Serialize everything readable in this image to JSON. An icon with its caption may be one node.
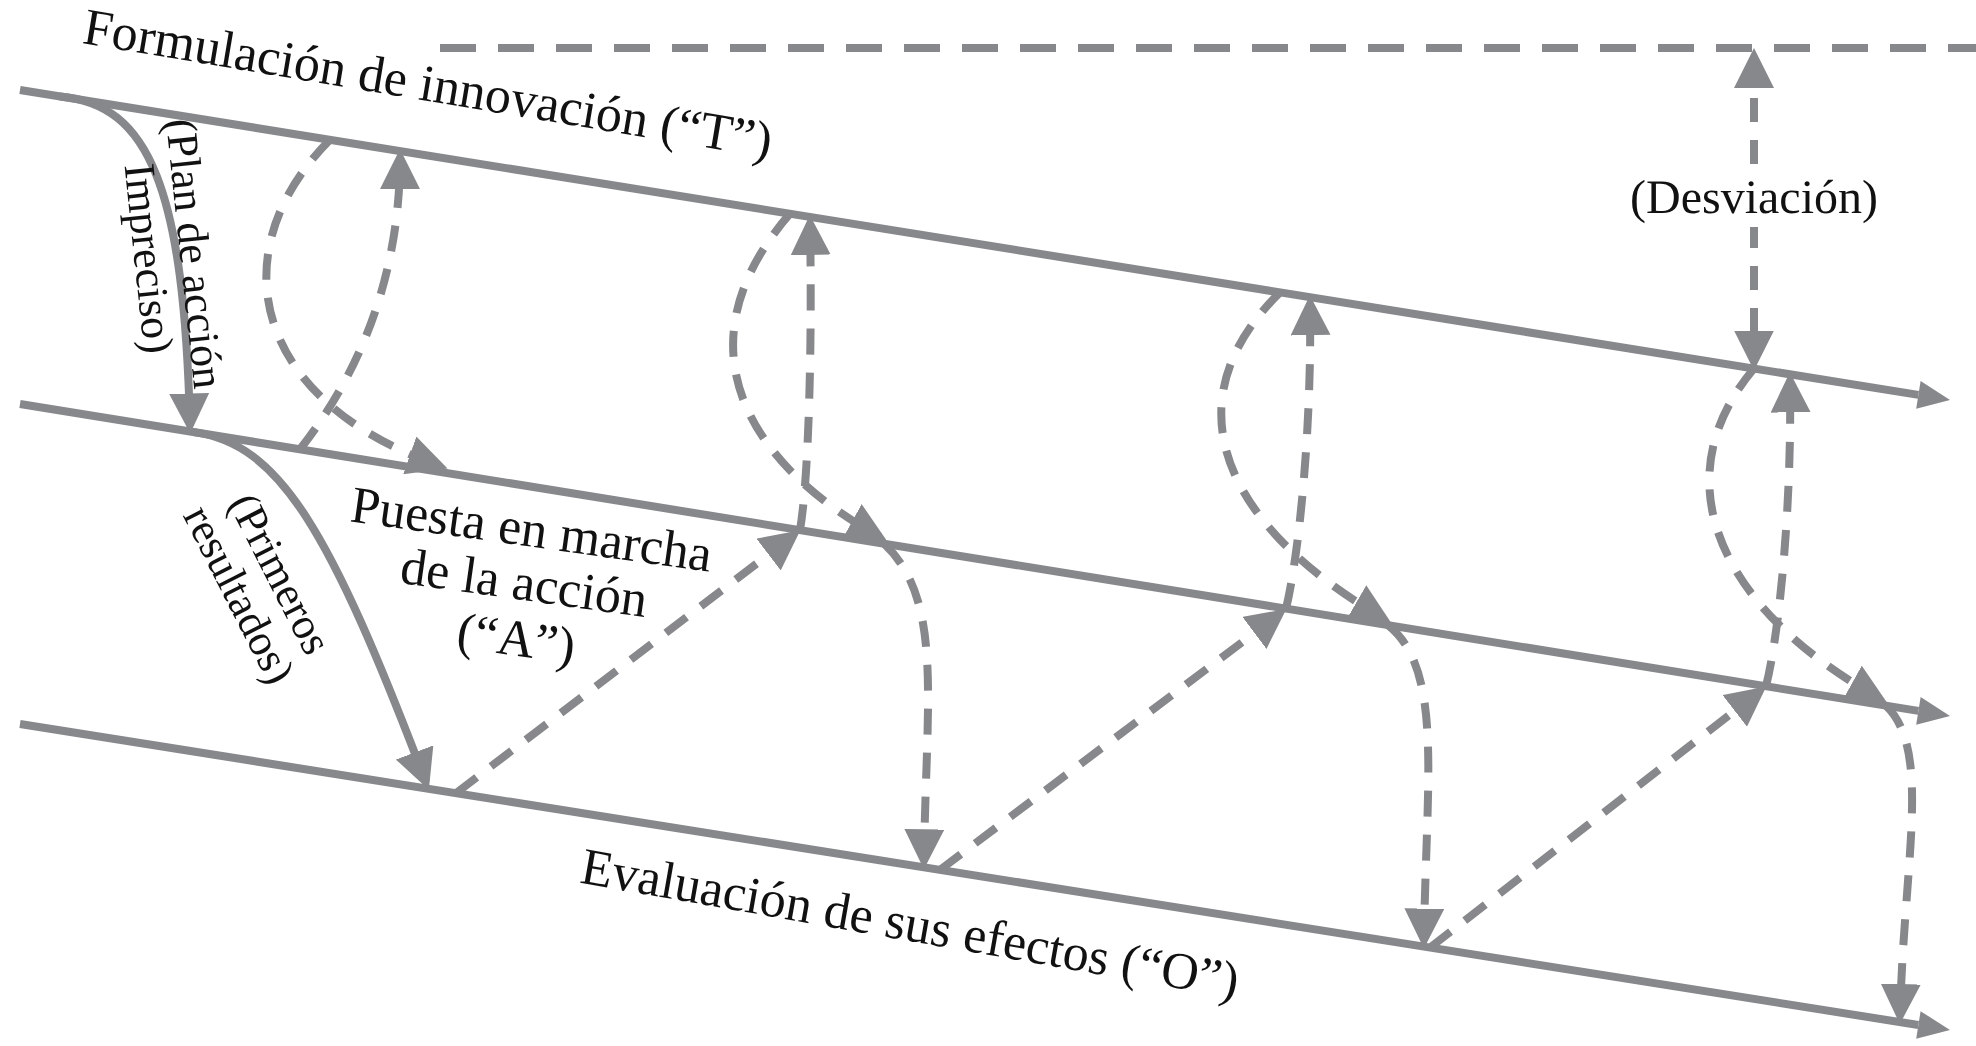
{
  "diagram": {
    "nodes": [
      {
        "text": [
          "Formulación de innovación (“T”)"
        ]
      },
      {
        "text": [
          "Puesta en marcha de la acción (“A”)"
        ]
      },
      {
        "text": [
          "Evaluación de sus efectos (“O”)"
        ]
      }
    ],
    "edges": [
      {
        "from": 0,
        "to": 1,
        "arrow": "to",
        "label": "(Plan de acción Impreciso)"
      },
      {
        "from": 1,
        "to": 2,
        "arrow": "to",
        "label": "(Primeros resultados)"
      },
      {
        "from": 0,
        "to": 1,
        "arrow": "to",
        "style": "dashed"
      },
      {
        "from": 1,
        "to": 0,
        "arrow": "to",
        "style": "dashed"
      },
      {
        "from": 2,
        "to": 1,
        "arrow": "to",
        "style": "dashed"
      },
      {
        "from": 1,
        "to": 0,
        "arrow": "to",
        "style": "dashed"
      },
      {
        "from": 0,
        "to": 1,
        "arrow": "to",
        "style": "dashed"
      },
      {
        "from": 1,
        "to": 2,
        "arrow": "to",
        "style": "dashed"
      },
      {
        "from": 2,
        "to": 1,
        "arrow": "to",
        "style": "dashed"
      },
      {
        "from": 1,
        "to": 0,
        "arrow": "to",
        "style": "dashed"
      },
      {
        "from": 0,
        "to": 1,
        "arrow": "to",
        "style": "dashed"
      },
      {
        "from": 1,
        "to": 2,
        "arrow": "to",
        "style": "dashed"
      },
      {
        "from": 2,
        "to": 1,
        "arrow": "to",
        "style": "dashed"
      },
      {
        "from": 1,
        "to": 0,
        "arrow": "to",
        "style": "dashed"
      },
      {
        "from": 0,
        "to": 1,
        "arrow": "to",
        "style": "dashed"
      },
      {
        "from": 1,
        "to": 2,
        "arrow": "to",
        "style": "dashed"
      }
    ],
    "labels": [
      "(Desviación)"
    ]
  }
}
